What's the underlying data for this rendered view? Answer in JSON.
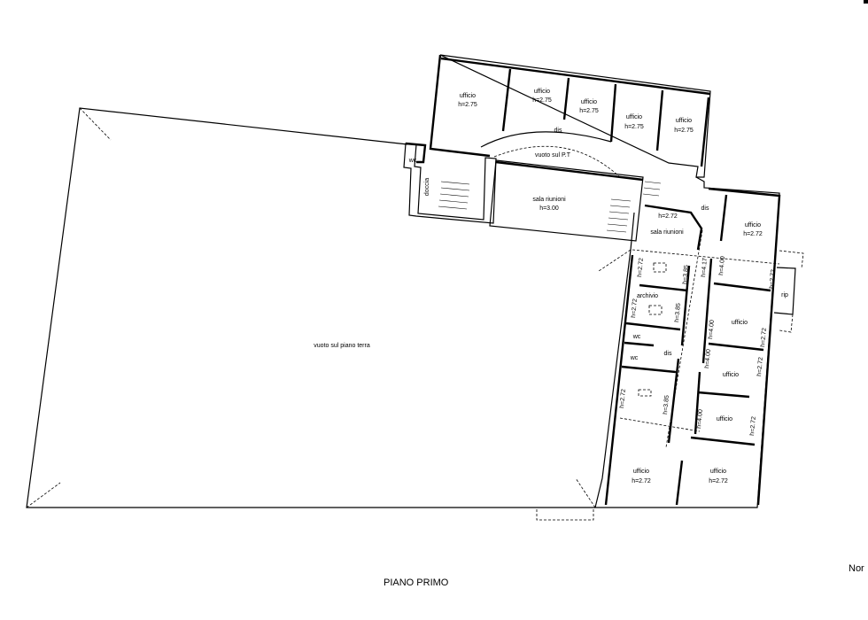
{
  "title": "PIANO PRIMO",
  "north_label": "Nor",
  "void_label": "vuoto sul piano terra",
  "north_wing": {
    "offices": [
      {
        "name": "ufficio",
        "height": "h=2.75"
      },
      {
        "name": "ufficio",
        "height": "h=2.75"
      },
      {
        "name": "ufficio",
        "height": "h=2.75"
      },
      {
        "name": "ufficio",
        "height": "h=2.75"
      },
      {
        "name": "ufficio",
        "height": "h=2.75"
      }
    ],
    "corridor": "dis",
    "void_pt": "vuoto sul P.T",
    "wc": "wc",
    "shower": "doccia",
    "meeting": {
      "name": "sala riunioni",
      "height": "h=3.00"
    }
  },
  "junction": {
    "meeting": {
      "name": "sala riunioni",
      "height": "h=2.72"
    },
    "corridor": "dis",
    "office": {
      "name": "ufficio",
      "height": "h=2.72"
    }
  },
  "east_wing": {
    "heights": [
      "h=2.72",
      "h=3.85",
      "h=4.17",
      "h=4.00",
      "h=2.72",
      "h=2.72",
      "h=3.85",
      "h=4.00",
      "h=2.72",
      "h=4.00",
      "h=2.72",
      "h=2.72",
      "h=3.85",
      "h=4.00",
      "h=2.72"
    ],
    "storage": "rip",
    "archive": "archivio",
    "wc1": "wc",
    "wc2": "wc",
    "corridor": "dis",
    "offices": [
      "ufficio",
      "ufficio",
      "ufficio"
    ],
    "bottom_offices": [
      {
        "name": "ufficio",
        "height": "h=2.72"
      },
      {
        "name": "ufficio",
        "height": "h=2.72"
      }
    ]
  }
}
